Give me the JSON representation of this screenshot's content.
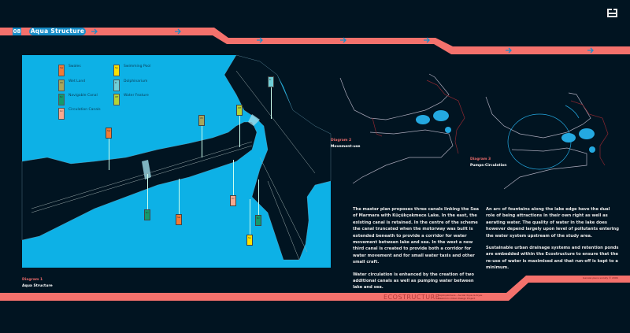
{
  "header": {
    "section_number": "08",
    "section_title": "Aqua Structure",
    "arrow_icon": "arrow-right-icon",
    "band_color": "#f4716c",
    "accent_color": "#1a8fc9"
  },
  "map": {
    "water_color": "#0db1e6",
    "legend": [
      {
        "code": "Sw",
        "label": "Swales",
        "color": "#f47a35"
      },
      {
        "code": "Wl",
        "label": "Wet Land",
        "color": "#a9a65a"
      },
      {
        "code": "Nc",
        "label": "Navigable Canal",
        "color": "#139a6c"
      },
      {
        "code": "Cc",
        "label": "Circulation Canals",
        "color": "#f9a88e"
      },
      {
        "code": "Sp",
        "label": "Swimming Pool",
        "color": "#ffe100"
      },
      {
        "code": "D",
        "label": "Dolphinarium",
        "color": "#6fcfd8"
      },
      {
        "code": "Wf",
        "label": "Water Feature",
        "color": "#b5d336"
      }
    ],
    "markers": [
      {
        "code": "Sw"
      },
      {
        "code": "Wl"
      },
      {
        "code": "Wf"
      },
      {
        "code": "D"
      },
      {
        "code": "Cc"
      },
      {
        "code": "Nc"
      },
      {
        "code": "Sw"
      },
      {
        "code": "Nc"
      },
      {
        "code": "Sp"
      }
    ],
    "caption_number": "Diagram 1",
    "caption_title": "Aqua Structure"
  },
  "diagram2": {
    "caption_number": "Diagram 2",
    "caption_title": "Movement-use"
  },
  "diagram3": {
    "caption_number": "Diagram 3",
    "caption_title": "Pumps-Circulation"
  },
  "text": {
    "col1": [
      "The master plan proposes three canals linking the Sea of Marmara with Küçükçekmece Lake.  In the east, the existing canal is retained.  In the centre of the scheme the canal truncated when the motorway was built is extended beneath to provide a corridor for water movement between lake and sea. In the west a new third canal is created to provide both a corridor for water movement and for small water taxis and other small craft.",
      "Water circulation is enhanced by the creation of two additional canals as well as pumping water between lake and sea."
    ],
    "col2": [
      "An arc of fountains along the lake edge have the dual role of being attractions in their own right as well as aerating water. The quality of water in the lake does however depend largely upon level of pollutants entering the water system upstream of the study area.",
      "Sustainable urban drainage systems and retention ponds are embedded within the Ecostructure to ensure that the re-use of water is maximised and that run-off is kept to a minimum."
    ]
  },
  "footer": {
    "brand": "ECOSTRUCTURE",
    "subtitle": "Küçükçekmece - Avcılar Kıyısı & Kıyısı Mastırlımı Urban Design Project",
    "copyright": "Gensler-piece society © 2006"
  }
}
